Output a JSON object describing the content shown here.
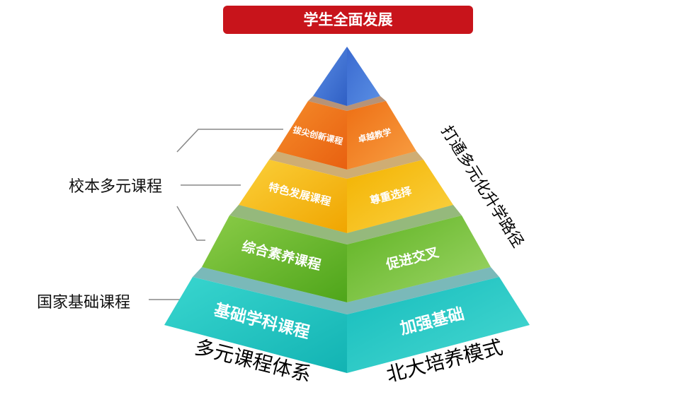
{
  "title": "学生全面发展",
  "left_labels": {
    "school": "校本多元课程",
    "national": "国家基础课程"
  },
  "right_label": "打通多元化升学路径",
  "bottom_labels": {
    "left": "多元课程体系",
    "right": "北大培养模式"
  },
  "tiers": [
    {
      "left": "拔尖创新课程",
      "right": "卓越教学",
      "color": "#f07a1e"
    },
    {
      "left": "特色发展课程",
      "right": "尊重选择",
      "color": "#f6bb0e"
    },
    {
      "left": "综合素养课程",
      "right": "促进交叉",
      "color": "#6fbd2b"
    },
    {
      "left": "基础学科课程",
      "right": "加强基础",
      "color": "#1bc4c3"
    }
  ],
  "apex_color": "#3c6fd0",
  "banner_color": "#c8141b"
}
